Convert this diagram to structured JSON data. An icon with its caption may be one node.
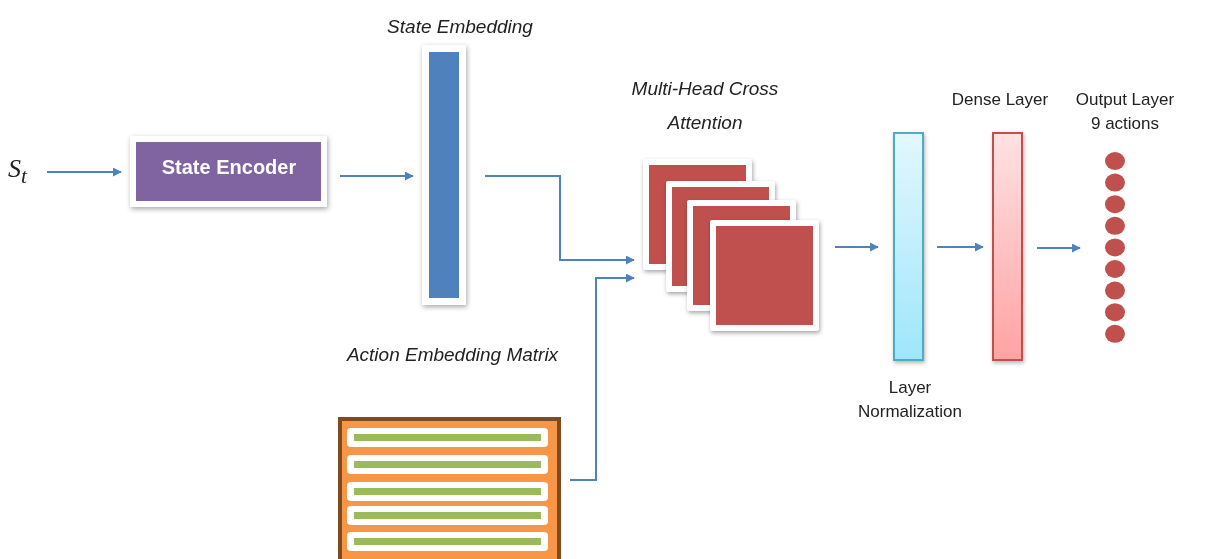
{
  "diagram": {
    "nodes": [
      {
        "text": [
          "S$_{t}$"
        ]
      },
      {
        "text": [
          "State Encoder"
        ]
      },
      {
        "text": [
          "State Embedding"
        ]
      },
      {
        "text": [
          "Multi-Head Cross Attention"
        ]
      },
      {
        "text": [
          "Action Embedding Matrix"
        ]
      },
      {
        "text": [
          "Layer Normalization"
        ]
      },
      {
        "text": [
          "Dense Layer"
        ]
      },
      {
        "text": [
          "Output Layer 9 actions"
        ]
      }
    ],
    "edges": [
      {
        "from": 0,
        "to": 1,
        "arrow": "to"
      },
      {
        "from": 1,
        "to": 2,
        "arrow": "to"
      },
      {
        "from": 2,
        "to": 3,
        "arrow": "to"
      },
      {
        "from": 4,
        "to": 3,
        "arrow": "to"
      },
      {
        "from": 3,
        "to": 5,
        "arrow": "to"
      },
      {
        "from": 5,
        "to": 6,
        "arrow": "to"
      },
      {
        "from": 6,
        "to": 7,
        "arrow": "to"
      }
    ]
  }
}
